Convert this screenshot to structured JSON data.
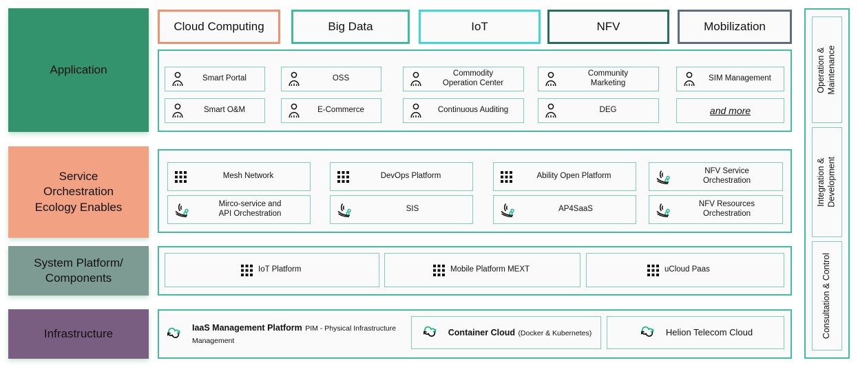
{
  "colors": {
    "teal_border": "#3FBE9E",
    "tile_border": "#7CCFBB",
    "application_fill": "#33936D",
    "service_fill": "#F2A183",
    "system_fill": "#7D9B92",
    "infrastructure_fill": "#7A5E82",
    "tab_cloud_computing": "#F0926E",
    "tab_big_data": "#3FBE9E",
    "tab_iot": "#3FD7D7",
    "tab_nfv": "#26705C",
    "tab_mobilization": "#5E6E7E",
    "icon_green": "#12B886",
    "panel_bg": "#fafafa"
  },
  "tabs": [
    {
      "label": "Cloud Computing",
      "color_key": "tab_cloud_computing"
    },
    {
      "label": "Big Data",
      "color_key": "tab_big_data"
    },
    {
      "label": "IoT",
      "color_key": "tab_iot"
    },
    {
      "label": "NFV",
      "color_key": "tab_nfv"
    },
    {
      "label": "Mobilization",
      "color_key": "tab_mobilization"
    }
  ],
  "layers": [
    {
      "id": "application",
      "label": "Application"
    },
    {
      "id": "service",
      "label": "Service\nOrchestration\nEcology Enables"
    },
    {
      "id": "system",
      "label": "System Platform/\nComponents"
    },
    {
      "id": "infrastructure",
      "label": "Infrastructure"
    }
  ],
  "application_tiles": [
    {
      "label": "Smart Portal",
      "icon": "person-icon"
    },
    {
      "label": "OSS",
      "icon": "person-icon"
    },
    {
      "label": "Commodity\nOperation Center",
      "icon": "person-icon"
    },
    {
      "label": "Community\nMarketing",
      "icon": "person-icon"
    },
    {
      "label": "SIM Management",
      "icon": "person-icon"
    },
    {
      "label": "Smart O&M",
      "icon": "person-icon"
    },
    {
      "label": "E-Commerce",
      "icon": "person-icon"
    },
    {
      "label": "Continuous Auditing",
      "icon": "person-icon"
    },
    {
      "label": "DEG",
      "icon": "person-icon"
    },
    {
      "label": "and more",
      "icon": "none"
    }
  ],
  "service_tiles": [
    {
      "label": "Mesh Network",
      "icon": "grid-dots-icon"
    },
    {
      "label": "DevOps Platform",
      "icon": "grid-dots-icon"
    },
    {
      "label": "Ability Open Platform",
      "icon": "grid-dots-icon"
    },
    {
      "label": "NFV Service\nOrchestration",
      "icon": "orchestration-fan-icon"
    },
    {
      "label": "Mirco-service and\nAPI Orchestration",
      "icon": "orchestration-fan-icon"
    },
    {
      "label": "SIS",
      "icon": "orchestration-fan-icon"
    },
    {
      "label": "AP4SaaS",
      "icon": "orchestration-fan-icon"
    },
    {
      "label": "NFV Resources\nOrchestration",
      "icon": "orchestration-fan-icon"
    }
  ],
  "system_tiles": [
    {
      "label": "IoT Platform",
      "icon": "grid-dots-icon"
    },
    {
      "label": "Mobile Platform MEXT",
      "icon": "grid-dots-icon"
    },
    {
      "label": "uCloud Paas",
      "icon": "grid-dots-icon"
    }
  ],
  "infrastructure_tiles": [
    {
      "title": "IaaS Management Platform",
      "subtitle": "PIM - Physical Infrastructure Management",
      "icon": "cloud-icon",
      "bordered": false
    },
    {
      "title": "Container Cloud",
      "subtitle": "(Docker & Kubernetes)",
      "icon": "cloud-icon",
      "bordered": true
    },
    {
      "title": "Helion Telecom Cloud",
      "subtitle": "",
      "icon": "cloud-icon",
      "bordered": true
    }
  ],
  "sidebar": {
    "items": [
      {
        "label": "Operation &\nMaintenance"
      },
      {
        "label": "Integration &\nDevelopment"
      },
      {
        "label": "Consultation & Control"
      }
    ]
  }
}
